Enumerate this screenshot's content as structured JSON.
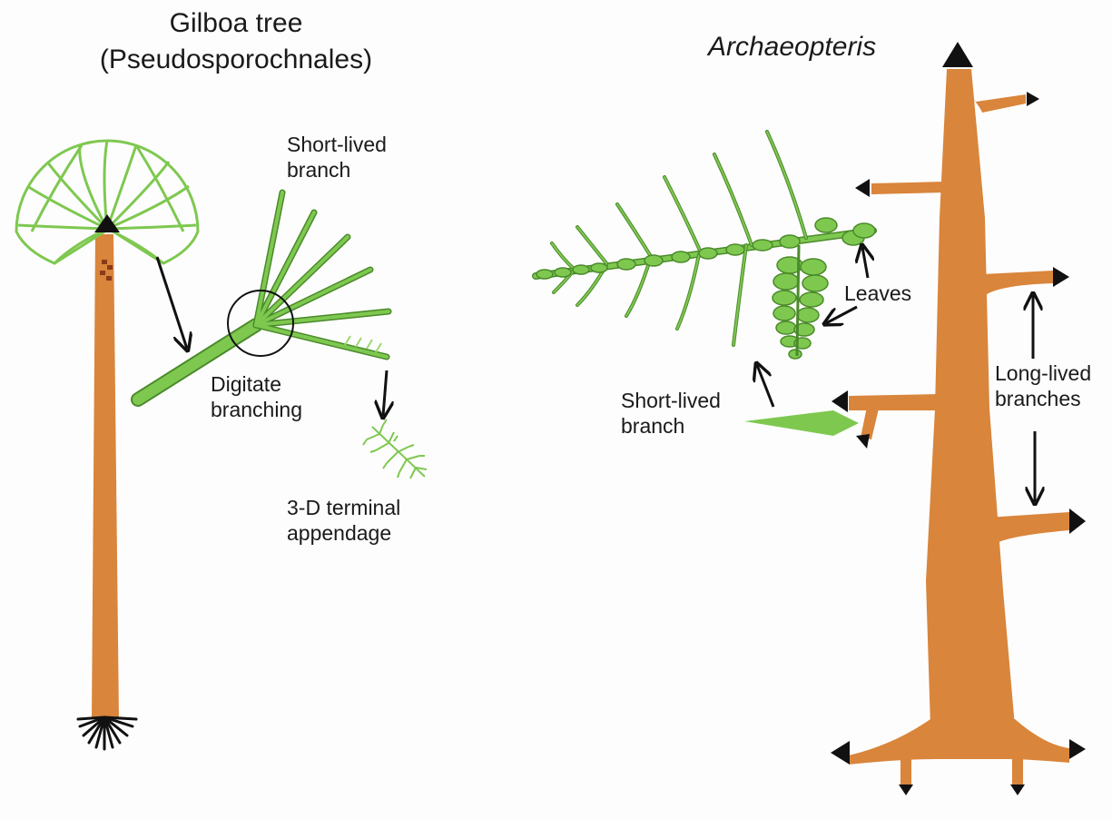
{
  "gilboa": {
    "title_line1": "Gilboa tree",
    "title_line2": "(Pseudosporochnales)",
    "label_short_lived": "Short-lived\nbranch",
    "label_digitate": "Digitate\nbranching",
    "label_terminal": "3-D terminal\nappendage"
  },
  "archaeopteris": {
    "title": "Archaeopteris",
    "label_leaves": "Leaves",
    "label_long_lived": "Long-lived\nbranches",
    "label_short_lived": "Short-lived\nbranch"
  },
  "colors": {
    "trunk": "#d9853b",
    "foliage": "#7ec850",
    "foliage_dark": "#4a8a2a",
    "arrow": "#111111"
  }
}
